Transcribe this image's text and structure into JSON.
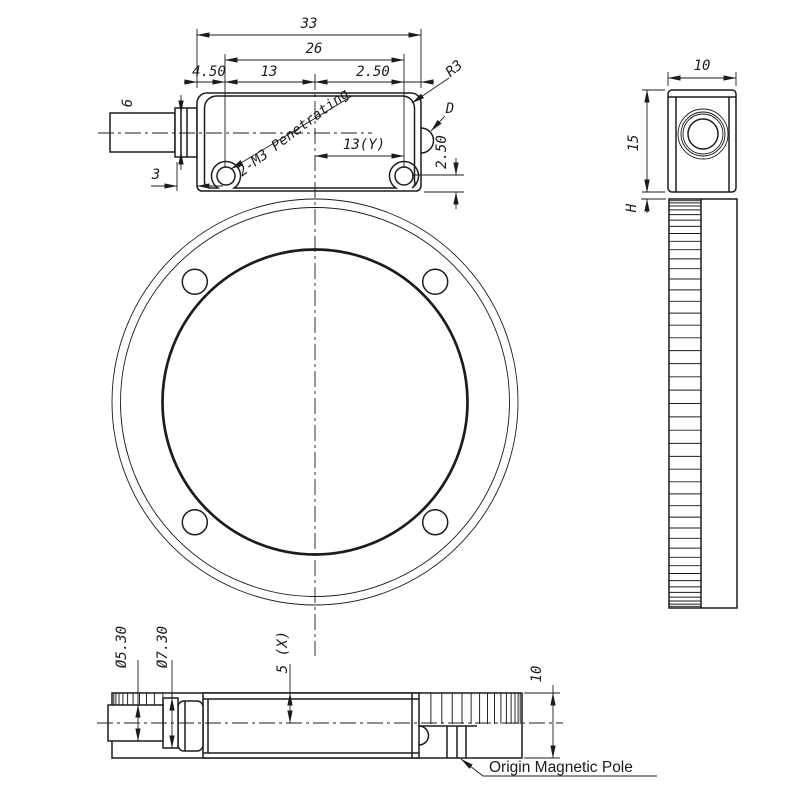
{
  "colors": {
    "line": "#1c1c1c",
    "background": "#ffffff"
  },
  "front_view": {
    "callout_2m3": "2-M3 Penetrating",
    "dim_33": "33",
    "dim_26": "26",
    "dim_4_50": "4.50",
    "dim_13": "13",
    "dim_2_50_top": "2.50",
    "dim_r3": "R3",
    "dim_d": "D",
    "dim_13_y": "13(Y)",
    "dim_2_50_right": "2.50",
    "dim_6": "6",
    "dim_3": "3"
  },
  "side_view": {
    "dim_10": "10",
    "dim_15": "15",
    "dim_h": "H"
  },
  "bottom_view": {
    "dim_dia_cable": "Ø5.30",
    "dim_dia_boot": "Ø7.30",
    "dim_5_x": "5 (X)",
    "dim_10": "10",
    "origin_callout": "Origin Magnetic Pole"
  }
}
